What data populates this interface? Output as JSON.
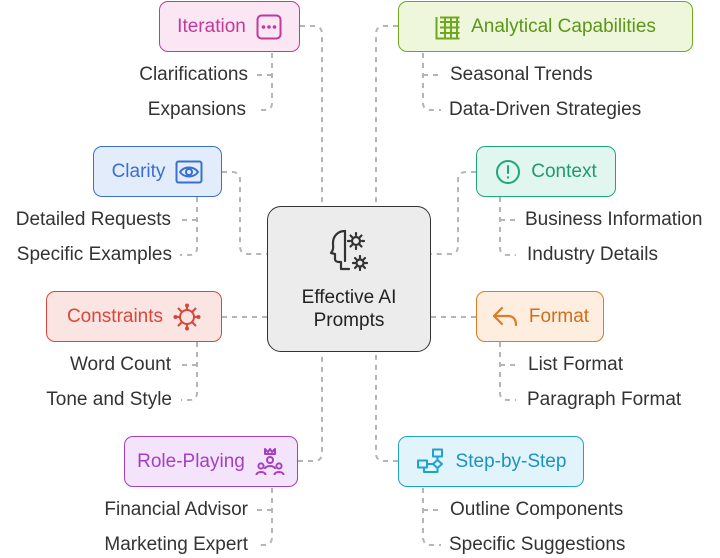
{
  "center": {
    "title_line1": "Effective AI",
    "title_line2": "Prompts",
    "icon": "head-gear-icon"
  },
  "nodes": {
    "iteration": {
      "label": "Iteration",
      "icon": "dots-icon",
      "color": "#c2399a",
      "items": [
        "Clarifications",
        "Expansions"
      ]
    },
    "clarity": {
      "label": "Clarity",
      "icon": "eye-icon",
      "color": "#3a6fd1",
      "items": [
        "Detailed Requests",
        "Specific Examples"
      ]
    },
    "constraints": {
      "label": "Constraints",
      "icon": "virus-icon",
      "color": "#d9473b",
      "items": [
        "Word Count",
        "Tone and Style"
      ]
    },
    "role_playing": {
      "label": "Role-Playing",
      "icon": "people-crown-icon",
      "color": "#a53fc2",
      "items": [
        "Financial Advisor",
        "Marketing Expert"
      ]
    },
    "analytical": {
      "label": "Analytical Capabilities",
      "icon": "spreadsheet-icon",
      "color": "#6fa81e",
      "items": [
        "Seasonal Trends",
        "Data-Driven Strategies"
      ]
    },
    "context": {
      "label": "Context",
      "icon": "alert-circle-icon",
      "color": "#1ea77a",
      "items": [
        "Business Information",
        "Industry Details"
      ]
    },
    "format": {
      "label": "Format",
      "icon": "undo-arrow-icon",
      "color": "#e07a24",
      "items": [
        "List Format",
        "Paragraph Format"
      ]
    },
    "step_by_step": {
      "label": "Step-by-Step",
      "icon": "flowchart-icon",
      "color": "#1ea3cf",
      "items": [
        "Outline Components",
        "Specific Suggestions"
      ]
    }
  }
}
